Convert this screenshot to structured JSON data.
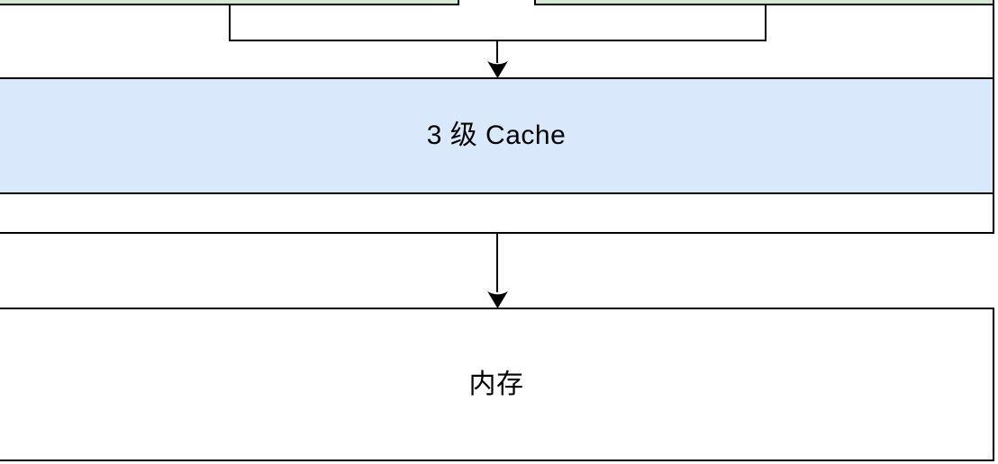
{
  "diagram": {
    "type": "cpu-cache-hierarchy",
    "background_color": "#ffffff",
    "stroke_color": "#000000",
    "nodes": {
      "cpu_package": {
        "description": "outer container box, top edge cut off by screenshot",
        "fill": "#ffffff"
      },
      "core_left": {
        "description": "left upper box, cut off at top of screenshot, no visible label",
        "fill": "#d5e8d4"
      },
      "core_right": {
        "description": "right upper box, cut off at top of screenshot, no visible label",
        "fill": "#d5e8d4"
      },
      "l3_cache": {
        "label": "3 级 Cache",
        "fill": "#dae8fc"
      },
      "memory": {
        "label": "内存",
        "fill": "#ffffff"
      }
    },
    "edges": [
      {
        "from": "core_left + core_right",
        "to": "l3_cache",
        "style": "merge bracket with down arrow"
      },
      {
        "from": "cpu_package",
        "to": "memory",
        "style": "straight down arrow"
      }
    ]
  }
}
